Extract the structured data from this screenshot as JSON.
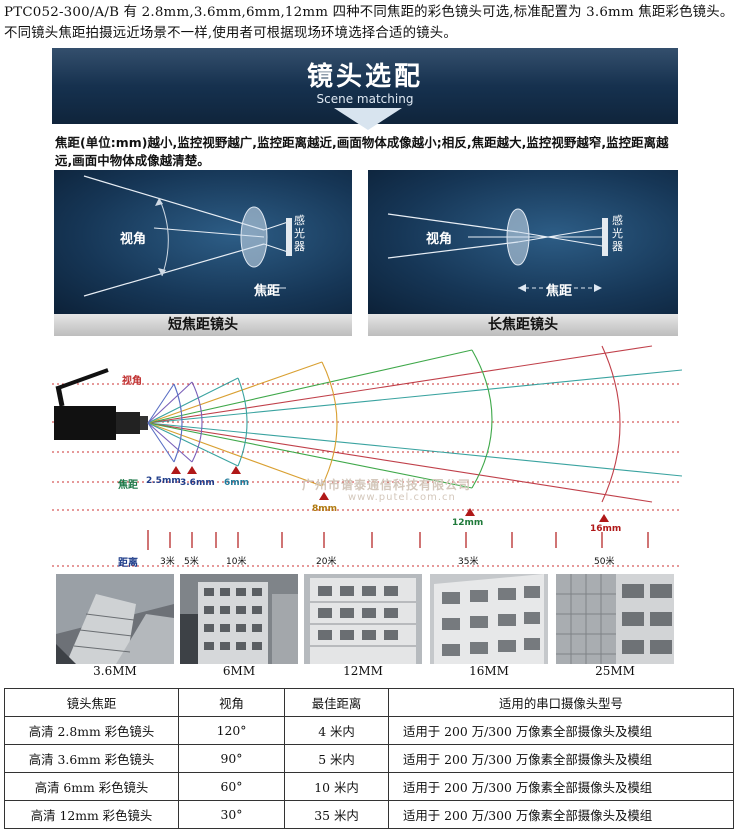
{
  "intro": {
    "line1": "PTC052-300/A/B 有 2.8mm,3.6mm,6mm,12mm 四种不同焦距的彩色镜头可选,标准配置为 3.6mm 焦距彩色镜头。",
    "line2": "不同镜头焦距拍摄远近场景不一样,使用者可根据现场环境选择合适的镜头。"
  },
  "banner": {
    "title": "镜头选配",
    "subtitle": "Scene matching"
  },
  "description": "焦距(单位:mm)越小,监控视野越广,监控距离越近,画面物体成像越小;相反,焦距越大,监控视野越窄,监控距离越远,画面中物体成像越清楚。",
  "lens_panels": {
    "short": {
      "caption": "短焦距镜头",
      "angle_label": "视角",
      "focal_label": "焦距",
      "sensor_label": "感光器"
    },
    "long": {
      "caption": "长焦距镜头",
      "angle_label": "视角",
      "focal_label": "焦距",
      "sensor_label": "感光器"
    }
  },
  "fov_diagram": {
    "angle_label": "视角",
    "focal_label": "焦距",
    "distance_label": "距离",
    "watermark_cn": "广州市谱泰通信科技有限公司",
    "watermark_url": "www.putel.com.cn",
    "focal_marks": [
      "2.5mm",
      "3.6mm",
      "6mm",
      "8mm",
      "12mm",
      "16mm"
    ],
    "distance_marks": [
      "3米",
      "5米",
      "10米",
      "20米",
      "35米",
      "50米"
    ],
    "colors": {
      "c25": "#5a6fc4",
      "c36": "#7a5fb8",
      "c6": "#3aa3a0",
      "c8": "#d9a032",
      "c12": "#3fa84a",
      "c16": "#c0404a",
      "accent": "#b01818"
    }
  },
  "photos": [
    {
      "label": "3.6MM"
    },
    {
      "label": "6MM"
    },
    {
      "label": "12MM"
    },
    {
      "label": "16MM"
    },
    {
      "label": "25MM"
    }
  ],
  "table": {
    "headers": [
      "镜头焦距",
      "视角",
      "最佳距离",
      "适用的串口摄像头型号"
    ],
    "rows": [
      [
        "高清 2.8mm 彩色镜头",
        "120°",
        "4 米内",
        "适用于 200 万/300 万像素全部摄像头及模组"
      ],
      [
        "高清 3.6mm 彩色镜头",
        "90°",
        "5 米内",
        "适用于 200 万/300 万像素全部摄像头及模组"
      ],
      [
        "高清 6mm 彩色镜头",
        "60°",
        "10 米内",
        "适用于 200 万/300 万像素全部摄像头及模组"
      ],
      [
        "高清 12mm 彩色镜头",
        "30°",
        "35 米内",
        "适用于 200 万/300 万像素全部摄像头及模组"
      ]
    ]
  }
}
